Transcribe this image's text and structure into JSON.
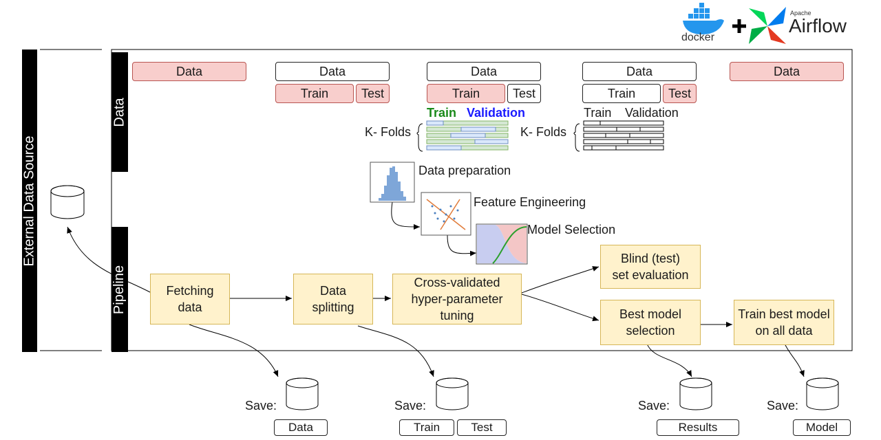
{
  "logos": {
    "docker": "docker",
    "apache": "Apache",
    "airflow": "Airflow"
  },
  "side": {
    "external": "External Data Source",
    "data": "Data",
    "pipeline": "Pipeline"
  },
  "splits": {
    "data": "Data",
    "train": "Train",
    "test": "Test",
    "train_green": "Train",
    "validation_blue": "Validation",
    "train_plain": "Train",
    "validation_plain": "Validation",
    "kfolds": "K- Folds"
  },
  "images": {
    "data_prep": "Data preparation",
    "feature_eng": "Feature Engineering",
    "model_sel": "Model Selection"
  },
  "pipeline": {
    "fetch": "Fetching\ndata",
    "split": "Data\nsplitting",
    "cv": "Cross-validated\nhyper-parameter\ntuning",
    "blind": "Blind (test)\nset evaluation",
    "best": "Best model\nselection",
    "train_all": "Train best model\non all data"
  },
  "saves": {
    "label": "Save:",
    "data": "Data",
    "train": "Train",
    "test": "Test",
    "results": "Results",
    "model": "Model"
  },
  "colors": {
    "pink": "#f8cecc",
    "yellow": "#fff2cc",
    "green": "#1a8a1a",
    "blue": "#1a1aff"
  }
}
